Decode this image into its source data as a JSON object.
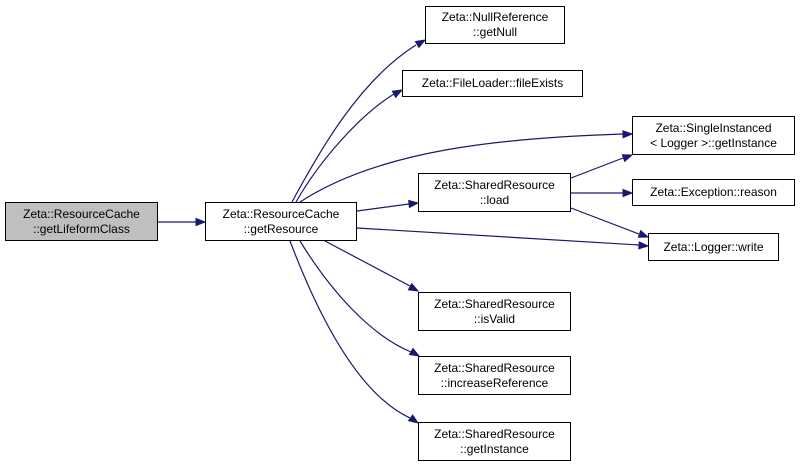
{
  "graph": {
    "edge_color": "#191970",
    "nodes": {
      "get_lifeform_class": {
        "lines": [
          "Zeta::ResourceCache",
          "::getLifeformClass"
        ],
        "highlighted": true
      },
      "get_resource": {
        "lines": [
          "Zeta::ResourceCache",
          "::getResource"
        ]
      },
      "get_null": {
        "lines": [
          "Zeta::NullReference",
          "::getNull"
        ]
      },
      "file_exists": {
        "lines": [
          "Zeta::FileLoader::fileExists"
        ]
      },
      "single_instanced": {
        "lines": [
          "Zeta::SingleInstanced",
          "< Logger >::getInstance"
        ]
      },
      "shared_load": {
        "lines": [
          "Zeta::SharedResource",
          "::load"
        ]
      },
      "exception_reason": {
        "lines": [
          "Zeta::Exception::reason"
        ]
      },
      "logger_write": {
        "lines": [
          "Zeta::Logger::write"
        ]
      },
      "shared_is_valid": {
        "lines": [
          "Zeta::SharedResource",
          "::isValid"
        ]
      },
      "shared_increase_reference": {
        "lines": [
          "Zeta::SharedResource",
          "::increaseReference"
        ]
      },
      "shared_get_instance": {
        "lines": [
          "Zeta::SharedResource",
          "::getInstance"
        ]
      }
    },
    "edges": [
      {
        "from": "get_lifeform_class",
        "to": "get_resource"
      },
      {
        "from": "get_resource",
        "to": "get_null"
      },
      {
        "from": "get_resource",
        "to": "file_exists"
      },
      {
        "from": "get_resource",
        "to": "single_instanced"
      },
      {
        "from": "get_resource",
        "to": "shared_load"
      },
      {
        "from": "get_resource",
        "to": "logger_write"
      },
      {
        "from": "get_resource",
        "to": "shared_is_valid"
      },
      {
        "from": "get_resource",
        "to": "shared_increase_reference"
      },
      {
        "from": "get_resource",
        "to": "shared_get_instance"
      },
      {
        "from": "shared_load",
        "to": "single_instanced"
      },
      {
        "from": "shared_load",
        "to": "exception_reason"
      },
      {
        "from": "shared_load",
        "to": "logger_write"
      }
    ]
  }
}
